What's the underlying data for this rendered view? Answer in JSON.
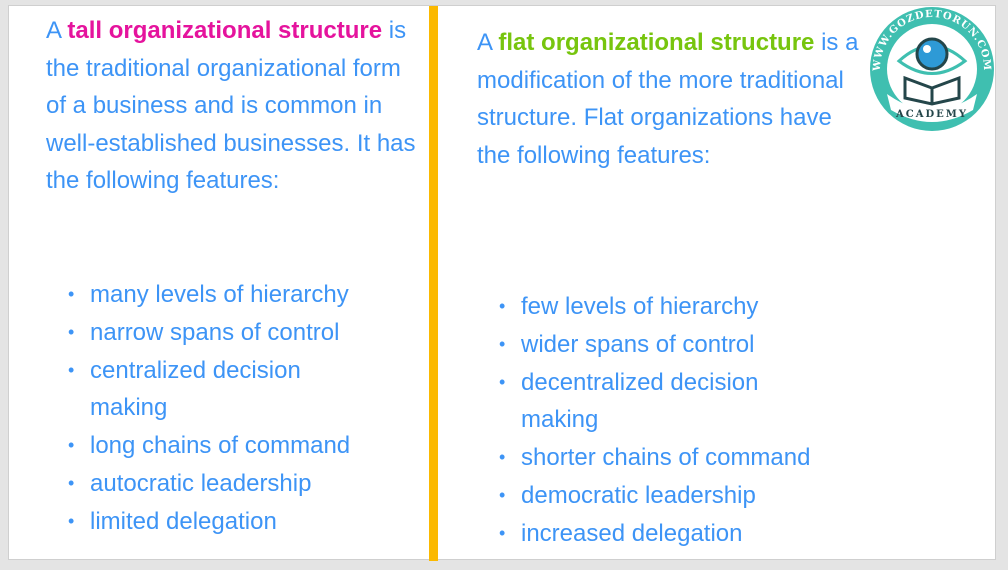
{
  "left": {
    "intro_prefix": "A ",
    "highlight": "tall organizational structure",
    "intro_rest": " is the traditional organizational form of a business and is common in well-established businesses. It has the following features:",
    "features": [
      "many levels of hierarchy",
      "narrow spans of control",
      "centralized decision making",
      "long chains of command",
      "autocratic leadership",
      "limited delegation"
    ]
  },
  "right": {
    "intro_prefix": "A ",
    "highlight": "flat organizational structure",
    "intro_rest": " is a modification of the more traditional structure. Flat organizations have the following features:",
    "features": [
      "few levels of hierarchy",
      "wider spans of control",
      "decentralized decision making",
      "shorter chains of command",
      "democratic leadership",
      "increased delegation"
    ]
  },
  "logo": {
    "ring_text": "WWW.GOZDETORUN.COM",
    "banner_text": "ACADEMY"
  },
  "colors": {
    "text": "#3d94f6",
    "tall": "#e5139d",
    "flat": "#77c50e",
    "divider": "#fbb900",
    "logo": "#3fbfb0"
  }
}
